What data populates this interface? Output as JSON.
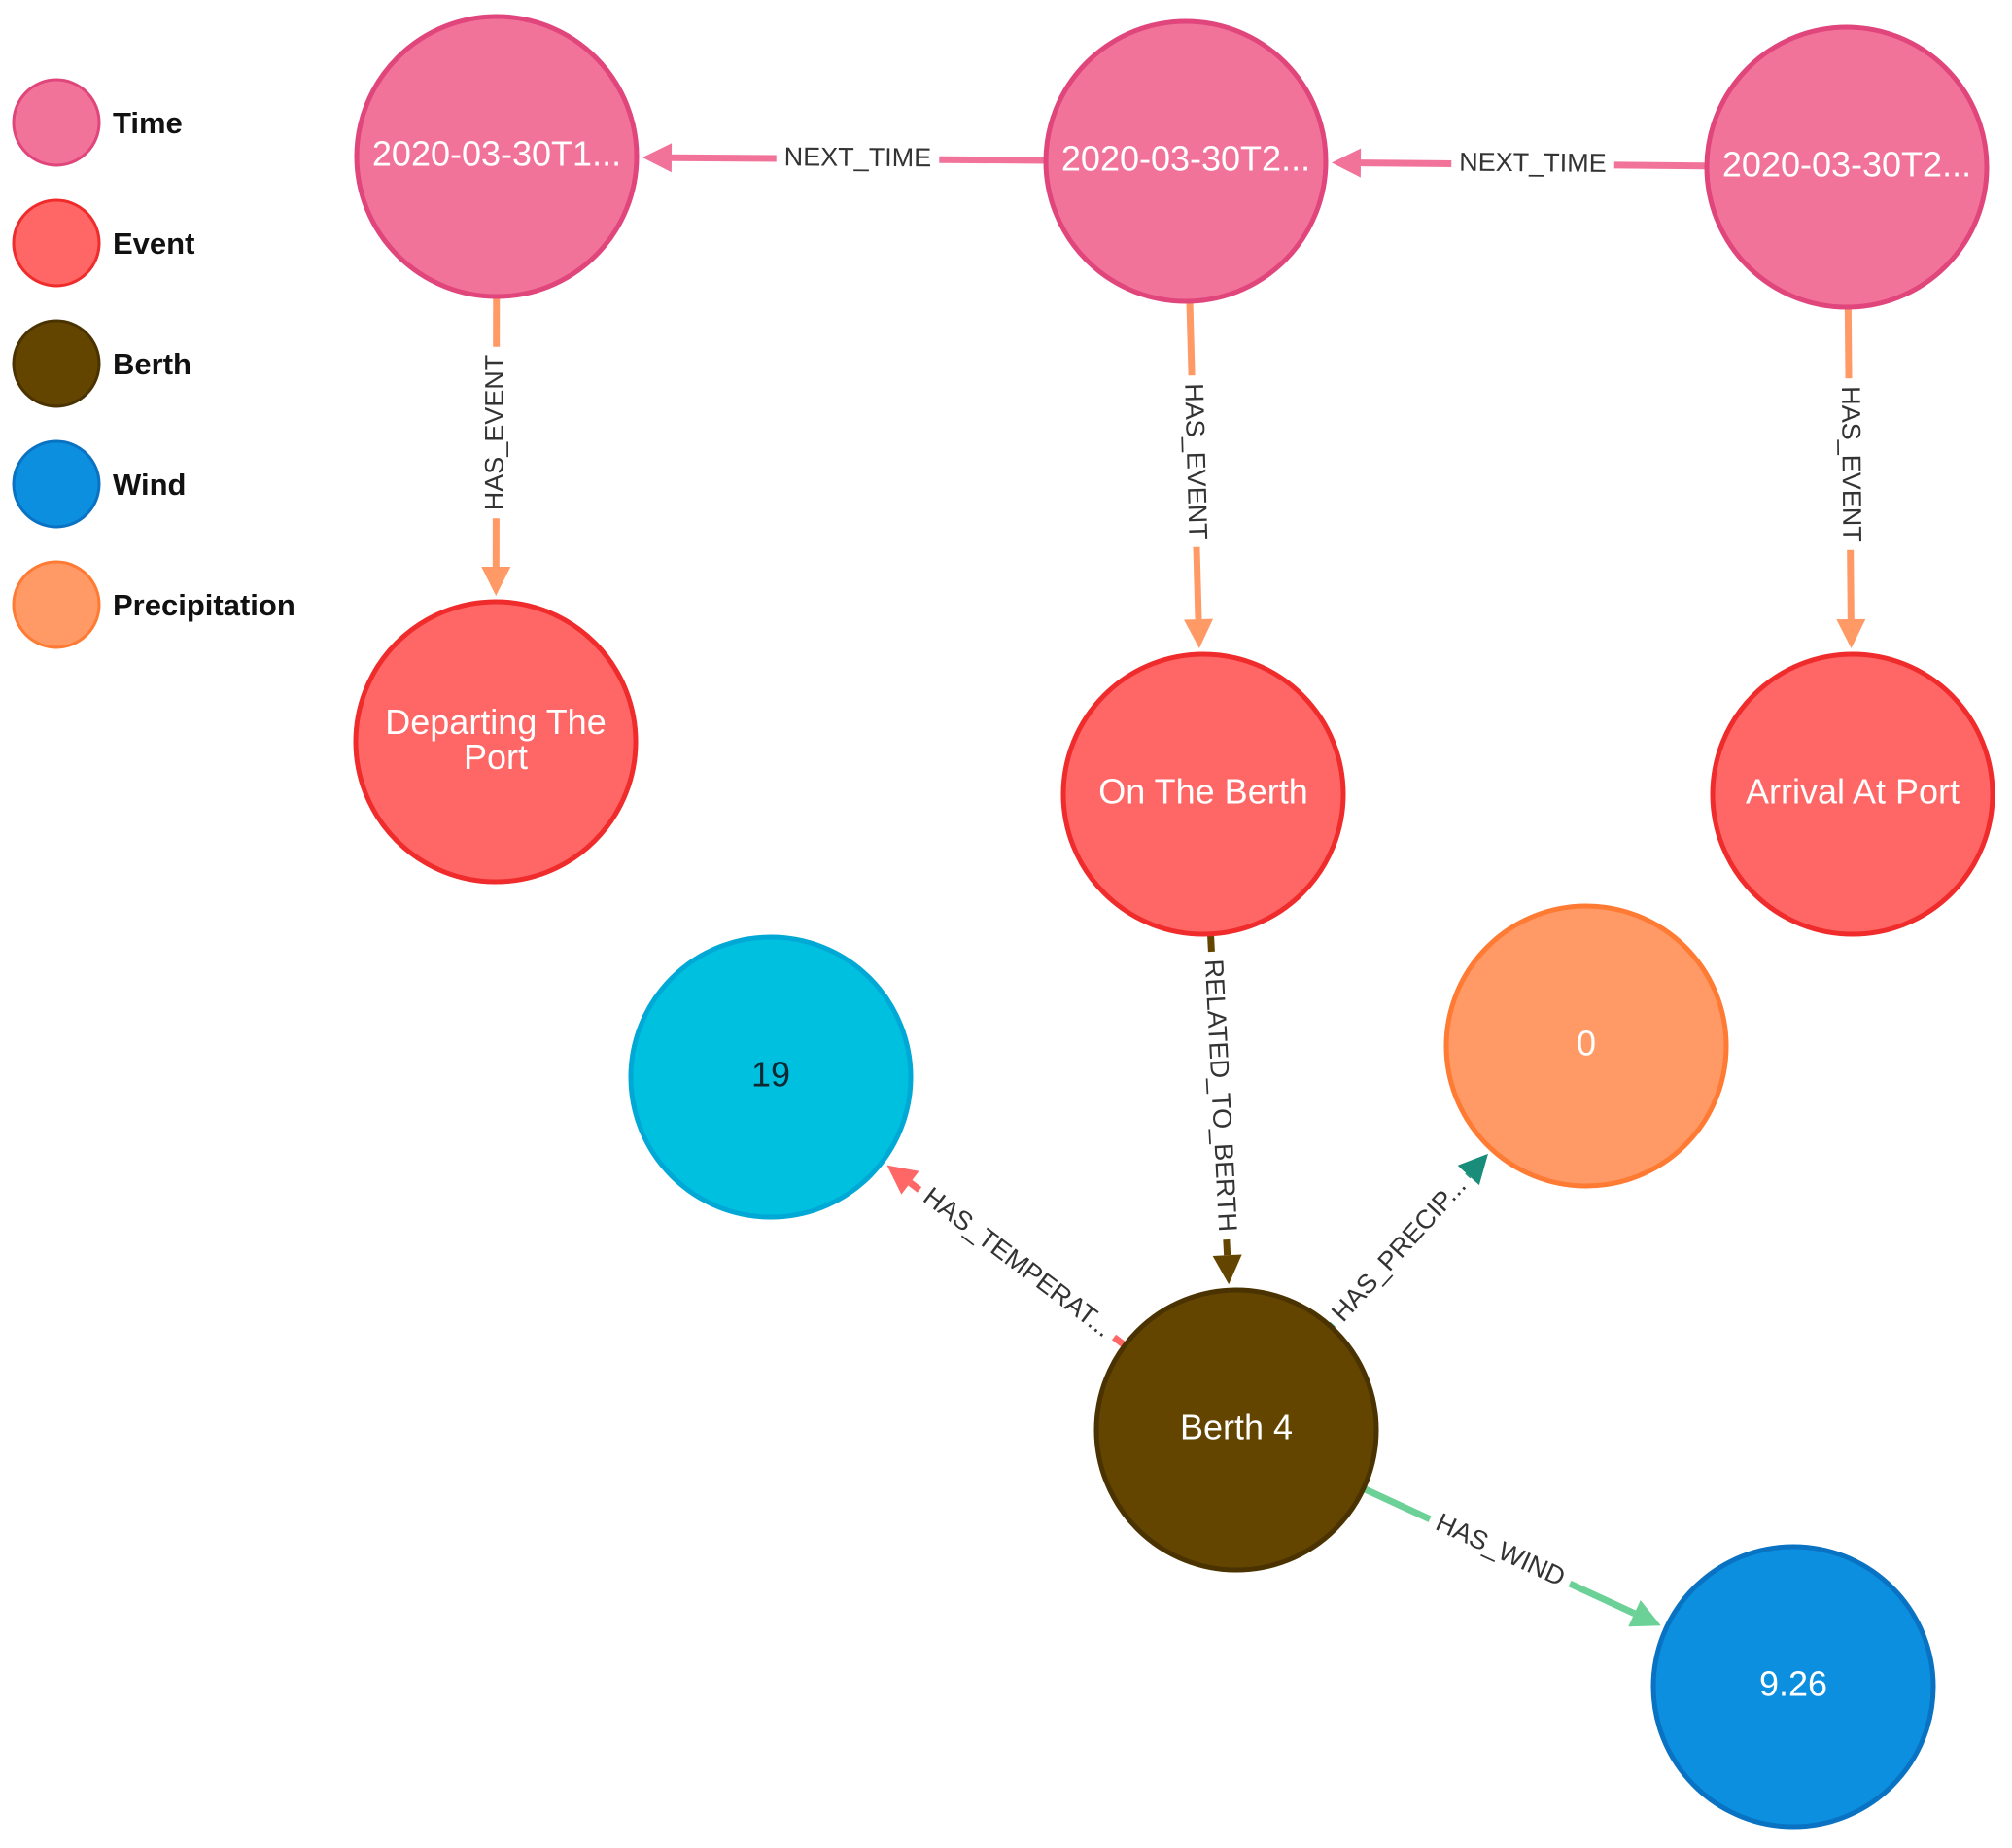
{
  "legend": [
    {
      "label": "Time",
      "fill": "#F27399",
      "stroke": "#E0457B"
    },
    {
      "label": "Event",
      "fill": "#FF6666",
      "stroke": "#F02B2B"
    },
    {
      "label": "Berth",
      "fill": "#634500",
      "stroke": "#4A3300"
    },
    {
      "label": "Wind",
      "fill": "#0B8FDE",
      "stroke": "#0A72C2"
    },
    {
      "label": "Precipitation",
      "fill": "#FF9966",
      "stroke": "#FF7A33"
    }
  ],
  "nodes": [
    {
      "id": "time1",
      "label": "2020-03-30T1...",
      "category": "Time"
    },
    {
      "id": "time2",
      "label": "2020-03-30T2...",
      "category": "Time"
    },
    {
      "id": "time3",
      "label": "2020-03-30T2...",
      "category": "Time"
    },
    {
      "id": "event_depart",
      "label": "Departing The Port",
      "category": "Event"
    },
    {
      "id": "event_berth",
      "label": "On The Berth",
      "category": "Event"
    },
    {
      "id": "event_arrival",
      "label": "Arrival At Port",
      "category": "Event"
    },
    {
      "id": "berth4",
      "label": "Berth 4",
      "category": "Berth"
    },
    {
      "id": "temp",
      "label": "19",
      "category": "Temperature",
      "fill": "#00C0E0",
      "stroke": "#00A8D6"
    },
    {
      "id": "precip",
      "label": "0",
      "category": "Precipitation"
    },
    {
      "id": "wind",
      "label": "9.26",
      "category": "Wind"
    }
  ],
  "edges": [
    {
      "from": "time2",
      "to": "time1",
      "label": "NEXT_TIME",
      "color": "#F27399"
    },
    {
      "from": "time3",
      "to": "time2",
      "label": "NEXT_TIME",
      "color": "#F27399"
    },
    {
      "from": "time1",
      "to": "event_depart",
      "label": "HAS_EVENT",
      "color": "#FF9966"
    },
    {
      "from": "time2",
      "to": "event_berth",
      "label": "HAS_EVENT",
      "color": "#FF9966"
    },
    {
      "from": "time3",
      "to": "event_arrival",
      "label": "HAS_EVENT",
      "color": "#FF9966"
    },
    {
      "from": "event_berth",
      "to": "berth4",
      "label": "RELATED_TO_BERTH",
      "color": "#634500"
    },
    {
      "from": "berth4",
      "to": "temp",
      "label": "HAS_TEMPERAT...",
      "color": "#FF6666"
    },
    {
      "from": "berth4",
      "to": "precip",
      "label": "HAS_PRECIP...",
      "color": "#1A8C7A"
    },
    {
      "from": "berth4",
      "to": "wind",
      "label": "HAS_WIND",
      "color": "#6CD197"
    }
  ]
}
